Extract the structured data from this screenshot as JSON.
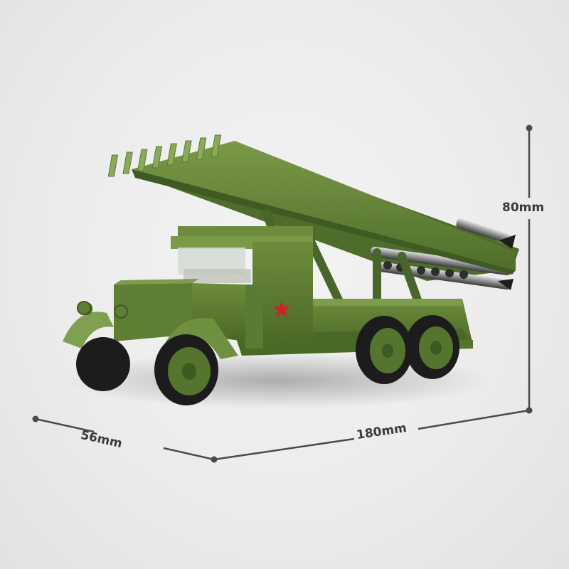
{
  "product": {
    "subject": "Green brick-built rocket launcher truck with red star on cab door",
    "star_color": "#d4202a",
    "body_color": "#5a7a32",
    "body_highlight": "#7a9a4a",
    "body_shadow": "#3e5a22"
  },
  "dimensions": {
    "height": {
      "label": "80mm"
    },
    "depth": {
      "label": "56mm"
    },
    "width": {
      "label": "180mm"
    },
    "line_color": "#4a4a4a"
  }
}
